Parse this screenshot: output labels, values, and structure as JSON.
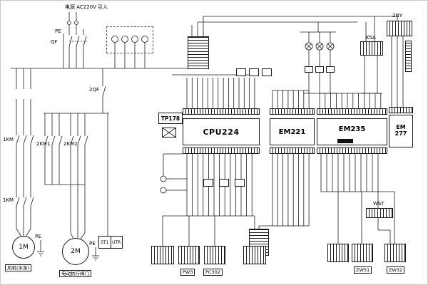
{
  "labels": {
    "power_in": "电源 AC220V 引入",
    "pe_top": "PE",
    "qf": "QF",
    "qf2": "2QF",
    "km1": "1KM",
    "km21": "2KM1",
    "km22": "2KM2",
    "km1_aux": "1KM",
    "motor1": "1M",
    "motor1_caption": "风机(水泵)",
    "motor1_pe": "PE",
    "motor2": "2M",
    "motor2_caption": "电动执行阀门",
    "motor2_pe": "PE",
    "st1": "ST1",
    "utr": "UTR",
    "tp178": "TP178",
    "cpu": "CPU224",
    "em221": "EM221",
    "em235": "EM235",
    "em277_line1": "EM",
    "em277_line2": "277",
    "k5a": "K5A",
    "ny2": "2NY",
    "wst": "WST",
    "pw3": "PW3",
    "pc302": "PC302",
    "zw51": "ZW51",
    "zw32": "ZW32"
  }
}
